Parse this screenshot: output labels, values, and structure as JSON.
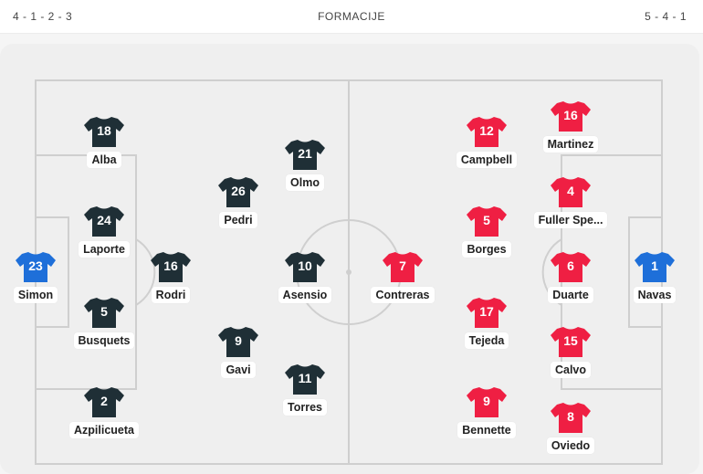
{
  "header": {
    "left_formation": "4 - 1 - 2 - 3",
    "title": "FORMACIJE",
    "right_formation": "5 - 4 - 1"
  },
  "colors": {
    "home_outfield": "#1f2f36",
    "home_keeper": "#1e6fd9",
    "away_outfield": "#ef1f43",
    "away_keeper": "#1e6fd9"
  },
  "home": [
    {
      "number": "23",
      "name": "Simon",
      "keeper": true
    },
    {
      "number": "18",
      "name": "Alba"
    },
    {
      "number": "24",
      "name": "Laporte"
    },
    {
      "number": "5",
      "name": "Busquets"
    },
    {
      "number": "2",
      "name": "Azpilicueta"
    },
    {
      "number": "16",
      "name": "Rodri"
    },
    {
      "number": "26",
      "name": "Pedri"
    },
    {
      "number": "9",
      "name": "Gavi"
    },
    {
      "number": "21",
      "name": "Olmo"
    },
    {
      "number": "10",
      "name": "Asensio"
    },
    {
      "number": "11",
      "name": "Torres"
    }
  ],
  "away": [
    {
      "number": "1",
      "name": "Navas",
      "keeper": true
    },
    {
      "number": "16",
      "name": "Martinez"
    },
    {
      "number": "4",
      "name": "Fuller Spe..."
    },
    {
      "number": "6",
      "name": "Duarte"
    },
    {
      "number": "15",
      "name": "Calvo"
    },
    {
      "number": "8",
      "name": "Oviedo"
    },
    {
      "number": "12",
      "name": "Campbell"
    },
    {
      "number": "5",
      "name": "Borges"
    },
    {
      "number": "17",
      "name": "Tejeda"
    },
    {
      "number": "9",
      "name": "Bennette"
    },
    {
      "number": "7",
      "name": "Contreras"
    }
  ]
}
